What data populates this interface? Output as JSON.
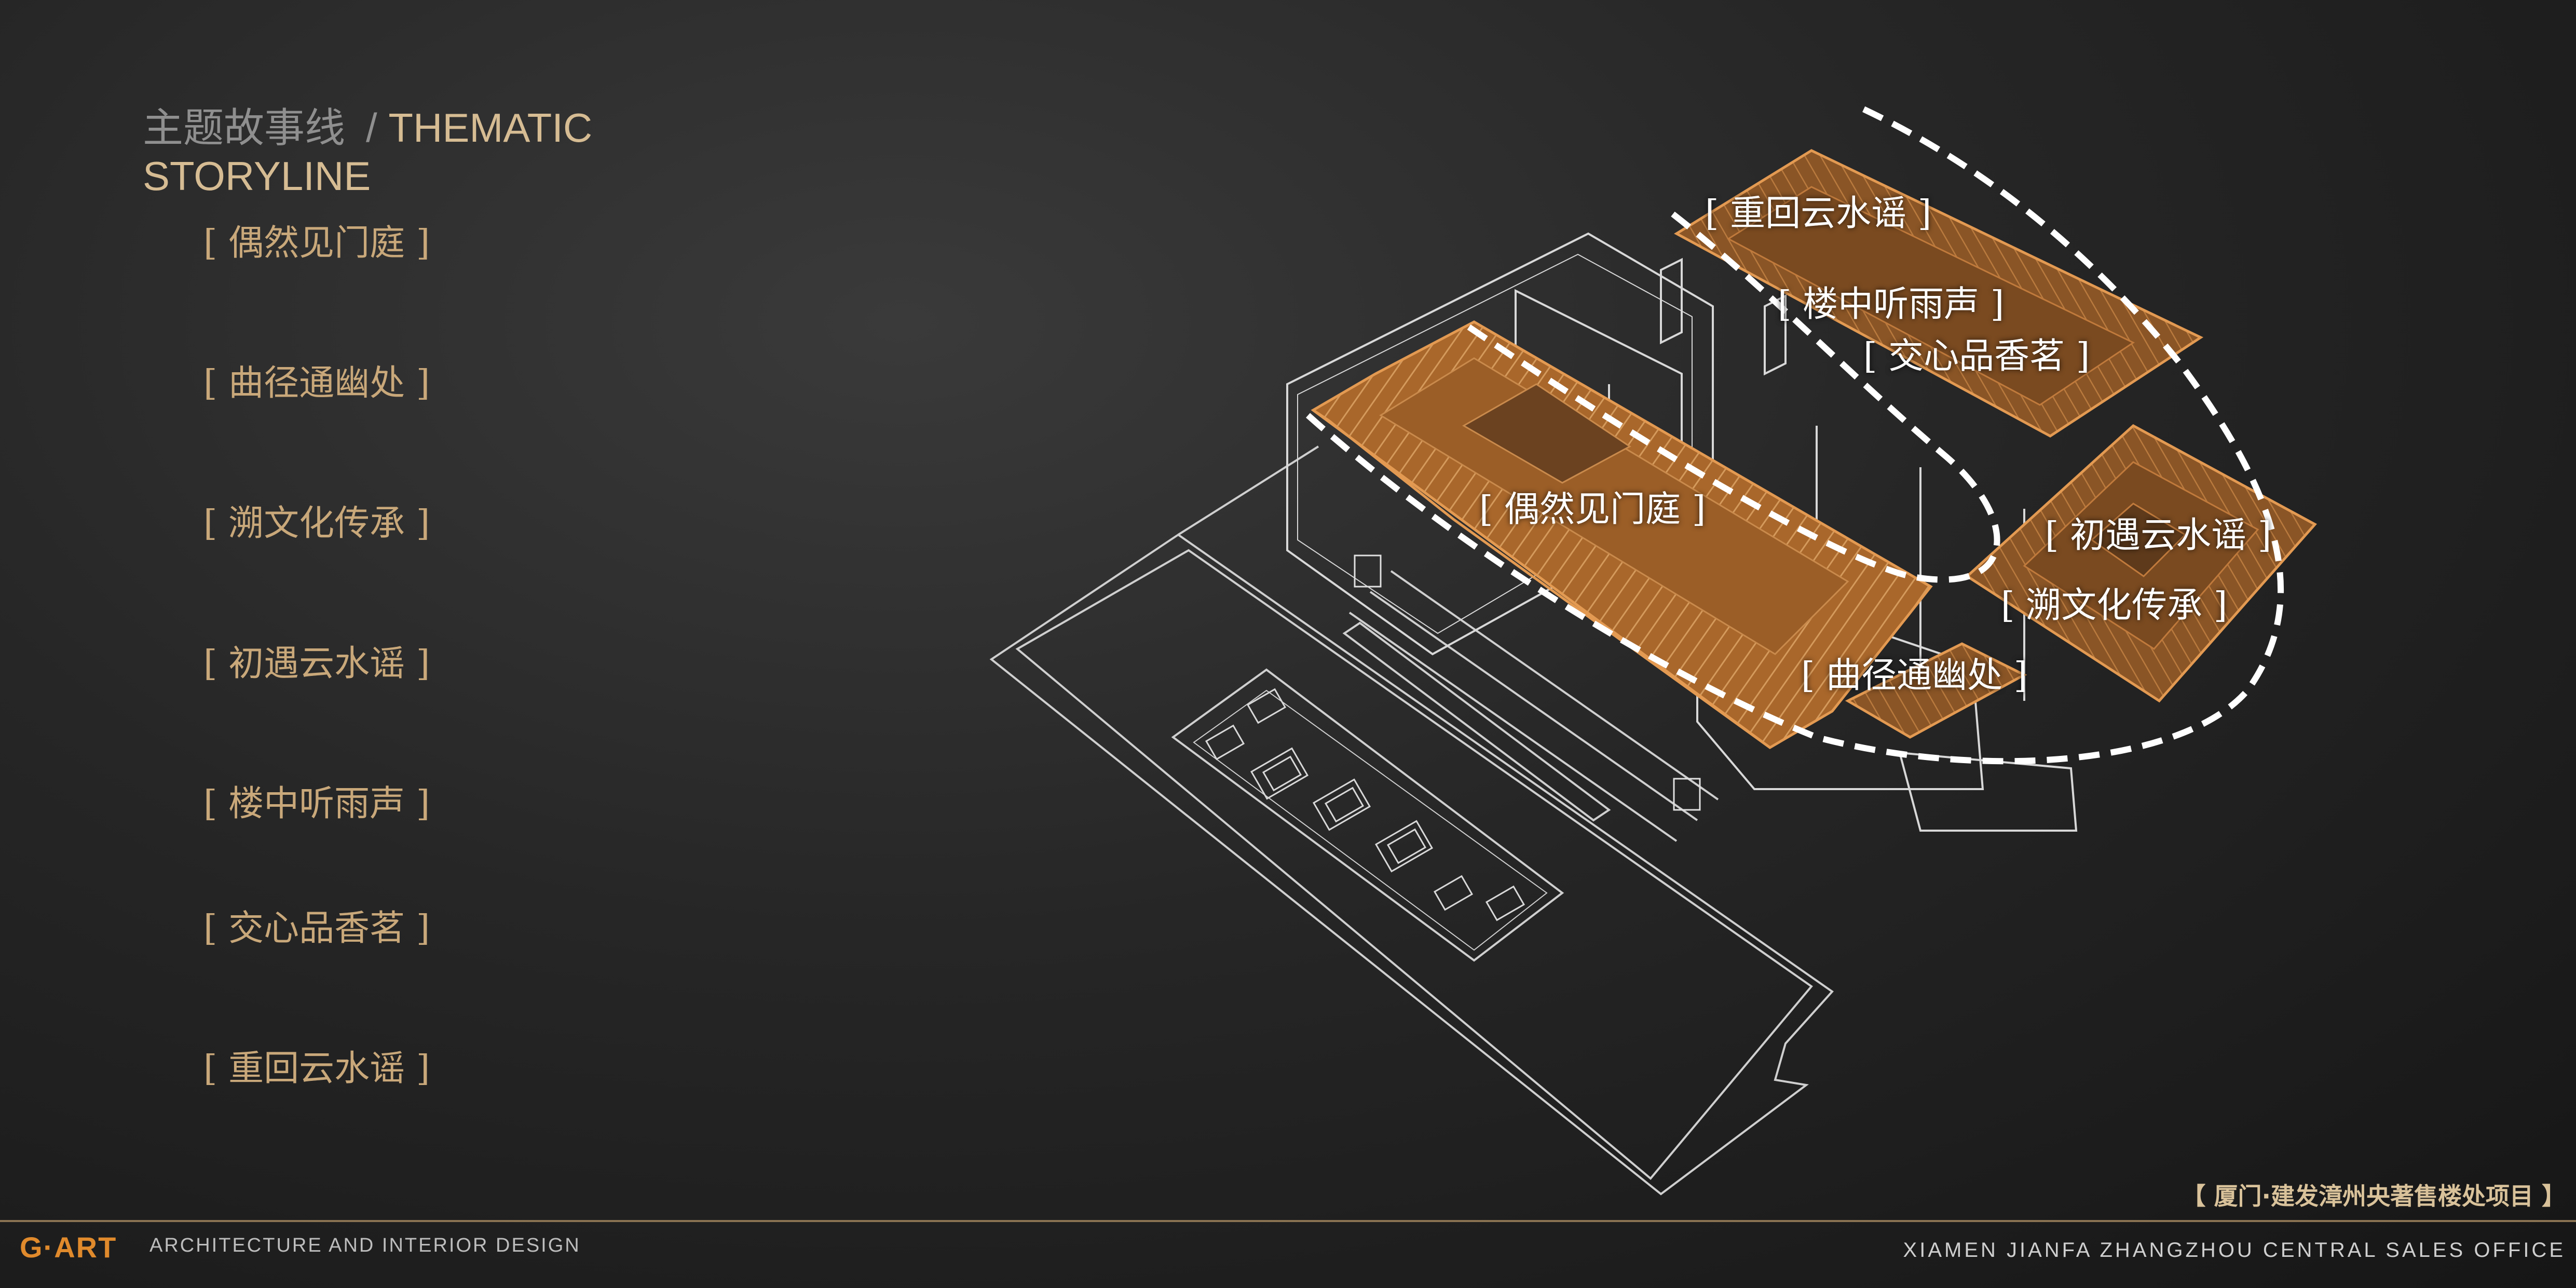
{
  "heading": {
    "cn": "主题故事线",
    "slash": "/",
    "en": "THEMATIC STORYLINE"
  },
  "storyline": [
    "[ 偶然见门庭 ]",
    "[ 曲径通幽处 ]",
    "[ 溯文化传承 ]",
    "[ 初遇云水谣 ]",
    "[ 楼中听雨声 ]",
    "[ 交心品香茗 ]",
    "[ 重回云水谣 ]"
  ],
  "callouts": [
    "[ 重回云水谣 ]",
    "[ 楼中听雨声 ]",
    "[ 交心品香茗 ]",
    "[ 偶然见门庭 ]",
    "[ 初遇云水谣 ]",
    "[ 溯文化传承 ]",
    "[ 曲径通幽处 ]"
  ],
  "footer": {
    "logo": "G·ART",
    "tagline": "ARCHITECTURE AND INTERIOR DESIGN",
    "project": "【 厦门·建发漳州央著售楼处项目 】",
    "subtitle": "XIAMEN JIANFA ZHANGZHOU CENTRAL SALES OFFICE"
  },
  "colors": {
    "background": "#1e1e1e",
    "accent_gold": "#c9a87a",
    "roof_orange": "#b5702f",
    "wireframe": "#d8d8d8"
  }
}
